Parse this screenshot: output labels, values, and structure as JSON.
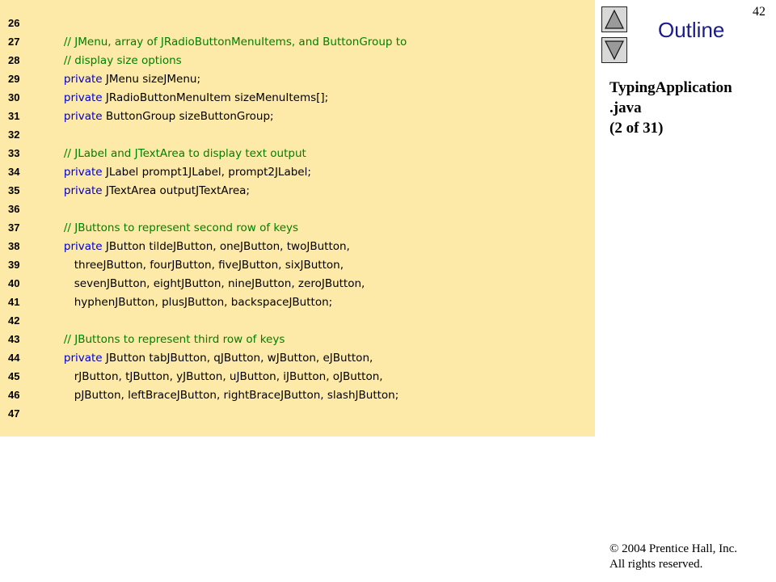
{
  "slide": {
    "page_number": "42",
    "outline_label": "Outline",
    "file_name": "TypingApplication",
    "file_ext": ".java",
    "page_info": "(2 of 31)",
    "copyright_line1": "© 2004 Prentice Hall, Inc.",
    "copyright_line2": "All rights reserved."
  },
  "icons": {
    "up": "triangle-up-icon",
    "down": "triangle-down-icon"
  },
  "code": [
    {
      "n": "26",
      "parts": []
    },
    {
      "n": "27",
      "parts": [
        {
          "t": "   // JMenu, array of JRadioButtonMenuItems, and ButtonGroup to",
          "c": "cm"
        }
      ]
    },
    {
      "n": "28",
      "parts": [
        {
          "t": "   // display size options",
          "c": "cm"
        }
      ]
    },
    {
      "n": "29",
      "parts": [
        {
          "t": "   private",
          "c": "kw"
        },
        {
          "t": " JMenu sizeJMenu;",
          "c": ""
        }
      ]
    },
    {
      "n": "30",
      "parts": [
        {
          "t": "   private",
          "c": "kw"
        },
        {
          "t": " JRadioButtonMenuItem sizeMenuItems[];",
          "c": ""
        }
      ]
    },
    {
      "n": "31",
      "parts": [
        {
          "t": "   private",
          "c": "kw"
        },
        {
          "t": " ButtonGroup sizeButtonGroup;",
          "c": ""
        }
      ]
    },
    {
      "n": "32",
      "parts": []
    },
    {
      "n": "33",
      "parts": [
        {
          "t": "   // JLabel and JTextArea to display text output",
          "c": "cm"
        }
      ]
    },
    {
      "n": "34",
      "parts": [
        {
          "t": "   private",
          "c": "kw"
        },
        {
          "t": " JLabel prompt1JLabel, prompt2JLabel;",
          "c": ""
        }
      ]
    },
    {
      "n": "35",
      "parts": [
        {
          "t": "   private",
          "c": "kw"
        },
        {
          "t": " JTextArea outputJTextArea;",
          "c": ""
        }
      ]
    },
    {
      "n": "36",
      "parts": []
    },
    {
      "n": "37",
      "parts": [
        {
          "t": "   // JButtons to represent second row of keys",
          "c": "cm"
        }
      ]
    },
    {
      "n": "38",
      "parts": [
        {
          "t": "   private",
          "c": "kw"
        },
        {
          "t": " JButton tildeJButton, oneJButton, twoJButton,",
          "c": ""
        }
      ]
    },
    {
      "n": "39",
      "parts": [
        {
          "t": "      threeJButton, fourJButton, fiveJButton, sixJButton,",
          "c": ""
        }
      ]
    },
    {
      "n": "40",
      "parts": [
        {
          "t": "      sevenJButton, eightJButton, nineJButton, zeroJButton,",
          "c": ""
        }
      ]
    },
    {
      "n": "41",
      "parts": [
        {
          "t": "      hyphenJButton, plusJButton, backspaceJButton;",
          "c": ""
        }
      ]
    },
    {
      "n": "42",
      "parts": []
    },
    {
      "n": "43",
      "parts": [
        {
          "t": "   // JButtons to represent third row of keys",
          "c": "cm"
        }
      ]
    },
    {
      "n": "44",
      "parts": [
        {
          "t": "   private",
          "c": "kw"
        },
        {
          "t": " JButton tabJButton, qJButton, wJButton, eJButton,",
          "c": ""
        }
      ]
    },
    {
      "n": "45",
      "parts": [
        {
          "t": "      rJButton, tJButton, yJButton, uJButton, iJButton, oJButton,",
          "c": ""
        }
      ]
    },
    {
      "n": "46",
      "parts": [
        {
          "t": "      pJButton, leftBraceJButton, rightBraceJButton, slashJButton;",
          "c": ""
        }
      ]
    },
    {
      "n": "47",
      "parts": []
    }
  ]
}
